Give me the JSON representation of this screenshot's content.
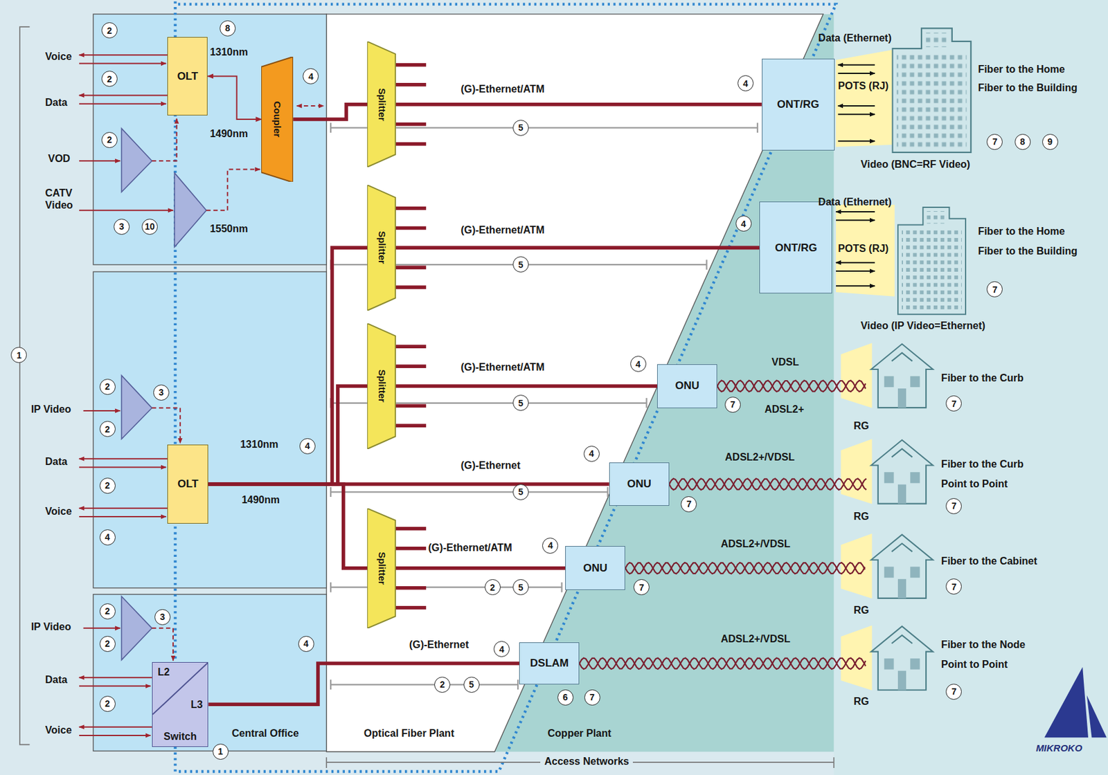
{
  "diagram": {
    "nodes": [
      {
        "text": [
          "OLT"
        ]
      },
      {
        "text": [
          "Coupler"
        ]
      },
      {
        "text": [
          "Splitter"
        ]
      },
      {
        "text": [
          "ONT/RG"
        ]
      },
      {
        "text": [
          "Splitter"
        ]
      },
      {
        "text": [
          "ONT/RG"
        ]
      },
      {
        "text": [
          "Splitter"
        ]
      },
      {
        "text": [
          "ONU"
        ]
      },
      {
        "text": [
          "OLT"
        ]
      },
      {
        "text": [
          "ONU"
        ]
      },
      {
        "text": [
          "Splitter"
        ]
      },
      {
        "text": [
          "ONU"
        ]
      },
      {
        "text": [
          "L2",
          "L3",
          "Switch"
        ]
      },
      {
        "text": [
          "DSLAM"
        ]
      }
    ],
    "edges": [
      {
        "from": 0,
        "to": 1,
        "arrow": "both"
      },
      {
        "from": 1,
        "to": 2,
        "arrow": "none"
      },
      {
        "from": 2,
        "to": 3,
        "arrow": "none",
        "label": "(G)-Ethernet/ATM"
      },
      {
        "from": 8,
        "to": 4,
        "arrow": "none"
      },
      {
        "from": 4,
        "to": 5,
        "arrow": "none",
        "label": "(G)-Ethernet/ATM"
      },
      {
        "from": 8,
        "to": 6,
        "arrow": "none"
      },
      {
        "from": 6,
        "to": 7,
        "arrow": "none",
        "label": "(G)-Ethernet/ATM"
      },
      {
        "from": 8,
        "to": 9,
        "arrow": "none",
        "label": "(G)-Ethernet"
      },
      {
        "from": 8,
        "to": 10,
        "arrow": "none"
      },
      {
        "from": 10,
        "to": 11,
        "arrow": "none",
        "label": "(G)-Ethernet/ATM"
      },
      {
        "from": 12,
        "to": 13,
        "arrow": "none",
        "label": "(G)-Ethernet"
      }
    ],
    "labels": [
      "2",
      "8",
      "Voice",
      "1310nm",
      "2",
      "4",
      "Data",
      "1490nm",
      "2",
      "VOD",
      "CATV Video",
      "3",
      "10",
      "1550nm",
      "5",
      "Data (Ethernet)",
      "4",
      "POTS (RJ)",
      "Fiber to the Home",
      "Fiber to the Building",
      "7",
      "8",
      "9",
      "Video (BNC=RF Video)",
      "4",
      "5",
      "Data (Ethernet)",
      "POTS (RJ)",
      "Fiber to the Home",
      "Fiber to the Building",
      "7",
      "Video (IP Video=Ethernet)",
      "1",
      "2",
      "3",
      "IP Video",
      "2",
      "4",
      "VDSL",
      "5",
      "7",
      "ADSL2+",
      "Fiber to the Curb",
      "7",
      "RG",
      "Data",
      "1310nm",
      "4",
      "2",
      "1490nm",
      "4",
      "ADSL2+/VDSL",
      "5",
      "7",
      "Fiber to the Curb",
      "Point to Point",
      "7",
      "Voice",
      "4",
      "RG",
      "4",
      "ADSL2+/VDSL",
      "2",
      "5",
      "7",
      "Fiber to the Cabinet",
      "7",
      "RG",
      "2",
      "IP Video",
      "3",
      "4",
      "4",
      "ADSL2+/VDSL",
      "Fiber to the Node",
      "Point to Point",
      "2",
      "Data",
      "2",
      "5",
      "6",
      "7",
      "7",
      "RG",
      "2",
      "Voice",
      "Central Office",
      "1",
      "Optical Fiber Plant",
      "Copper Plant",
      "Access Networks",
      "MIKROKO"
    ]
  }
}
